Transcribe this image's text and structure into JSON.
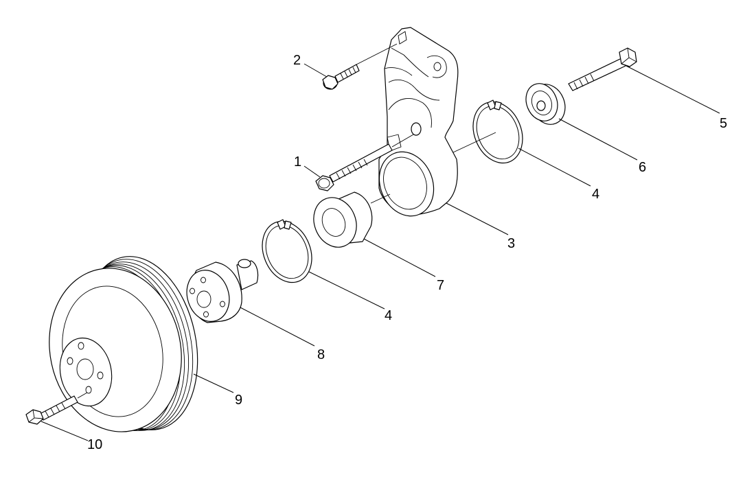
{
  "callouts": {
    "c1": "1",
    "c2": "2",
    "c3": "3",
    "c4a": "4",
    "c4b": "4",
    "c5": "5",
    "c6": "6",
    "c7": "7",
    "c8": "8",
    "c9": "9",
    "c10": "10"
  },
  "colors": {
    "line": "#000000",
    "background": "#ffffff"
  }
}
